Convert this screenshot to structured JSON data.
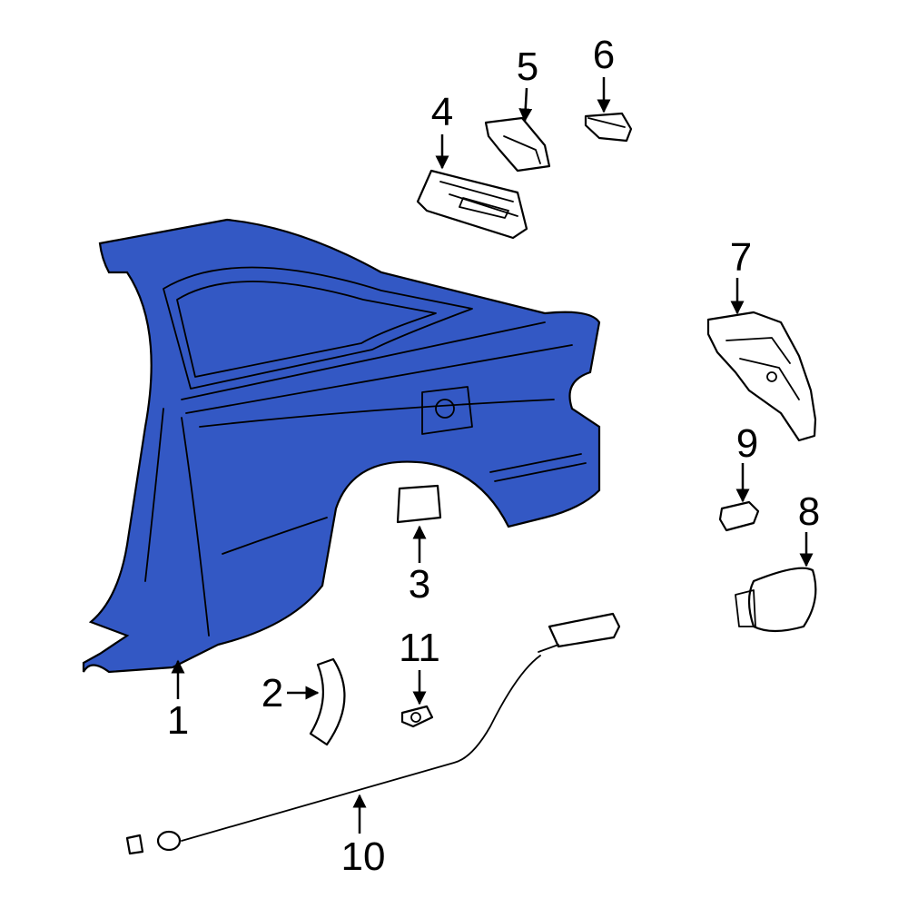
{
  "highlight_color": "#3358c4",
  "outline_color": "#000000",
  "callouts": [
    {
      "number": "1",
      "part": "quarter-panel"
    },
    {
      "number": "2",
      "part": "wheel-opening-molding"
    },
    {
      "number": "3",
      "part": "fuel-door-seal"
    },
    {
      "number": "4",
      "part": "roof-rail-reinforcement"
    },
    {
      "number": "5",
      "part": "bracket"
    },
    {
      "number": "6",
      "part": "pad"
    },
    {
      "number": "7",
      "part": "fuel-pocket-housing"
    },
    {
      "number": "8",
      "part": "fuel-door"
    },
    {
      "number": "9",
      "part": "hinge-clip"
    },
    {
      "number": "10",
      "part": "release-cable"
    },
    {
      "number": "11",
      "part": "grommet"
    }
  ]
}
